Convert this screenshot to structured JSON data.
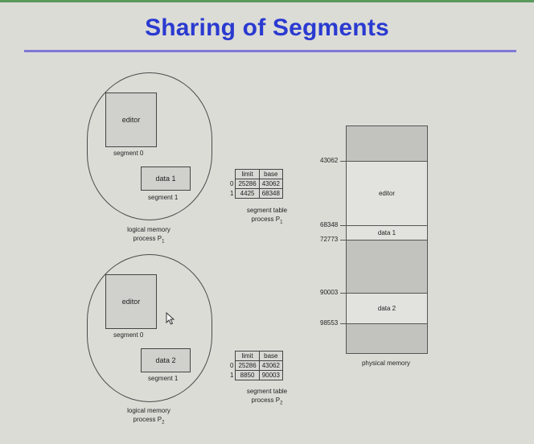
{
  "title": "Sharing of Segments",
  "process1": {
    "segment0_content": "editor",
    "segment0_label": "segment 0",
    "segment1_content": "data 1",
    "segment1_label": "segment 1",
    "caption_line1": "logical memory",
    "caption_line2": "process P",
    "caption_sub": "1",
    "table": {
      "headers": [
        "limit",
        "base"
      ],
      "rows": [
        {
          "index": "0",
          "limit": "25286",
          "base": "43062"
        },
        {
          "index": "1",
          "limit": "4425",
          "base": "68348"
        }
      ],
      "caption_line1": "segment table",
      "caption_line2": "process P",
      "caption_sub": "1"
    }
  },
  "process2": {
    "segment0_content": "editor",
    "segment0_label": "segment 0",
    "segment1_content": "data 2",
    "segment1_label": "segment 1",
    "caption_line1": "logical memory",
    "caption_line2": "process P",
    "caption_sub": "2",
    "table": {
      "headers": [
        "limit",
        "base"
      ],
      "rows": [
        {
          "index": "0",
          "limit": "25286",
          "base": "43062"
        },
        {
          "index": "1",
          "limit": "8850",
          "base": "90003"
        }
      ],
      "caption_line1": "segment table",
      "caption_line2": "process P",
      "caption_sub": "2"
    }
  },
  "physical_memory": {
    "label": "physical memory",
    "addresses": [
      "43062",
      "68348",
      "72773",
      "90003",
      "98553"
    ],
    "segments": [
      "editor",
      "data 1",
      "data 2"
    ]
  }
}
